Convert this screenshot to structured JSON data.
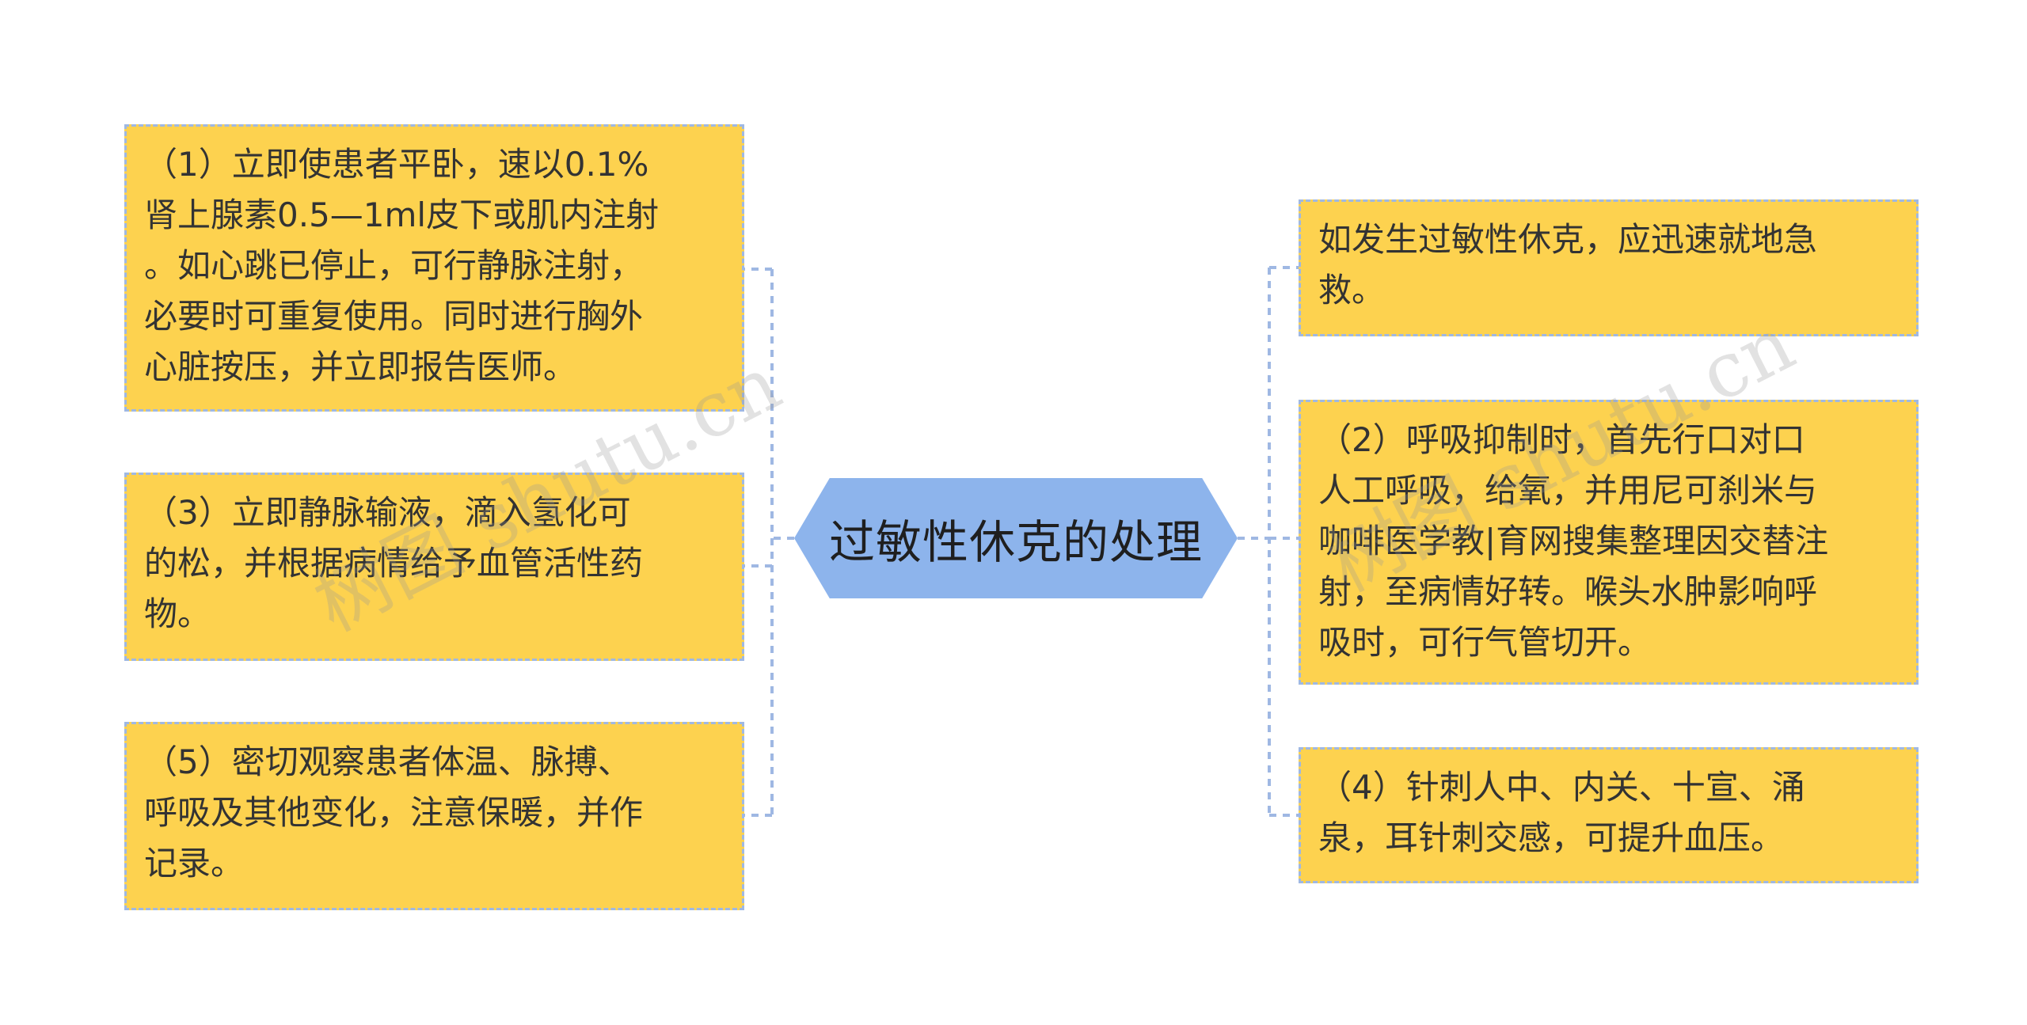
{
  "center": {
    "label": "过敏性休克的处理"
  },
  "left_nodes": [
    {
      "text": "（1）立即使患者平卧，速以0.1%\n肾上腺素0.5—1ml皮下或肌内注射\n。如心跳已停止，可行静脉注射，\n必要时可重复使用。同时进行胸外\n心脏按压，并立即报告医师。"
    },
    {
      "text": "（3）立即静脉输液，滴入氢化可\n的松，并根据病情给予血管活性药\n物。"
    },
    {
      "text": "（5）密切观察患者体温、脉搏、\n呼吸及其他变化，注意保暖，并作\n记录。"
    }
  ],
  "right_nodes": [
    {
      "text": "如发生过敏性休克，应迅速就地急\n救。"
    },
    {
      "text": "（2）呼吸抑制时，首先行口对口\n人工呼吸，给氧，并用尼可刹米与\n咖啡医学教|育网搜集整理因交替注\n射，至病情好转。喉头水肿影响呼\n吸时，可行气管切开。"
    },
    {
      "text": "（4）针刺人中、内关、十宣、涌\n泉，耳针刺交感，可提升血压。"
    }
  ],
  "watermarks": [
    {
      "text": "树图 shutu.cn"
    },
    {
      "text": "树图 shutu.cn"
    }
  ],
  "colors": {
    "node_fill": "#fdd24f",
    "node_border": "#9fb8e3",
    "center_fill": "#8db4ec",
    "connector": "#9fb8e3"
  }
}
